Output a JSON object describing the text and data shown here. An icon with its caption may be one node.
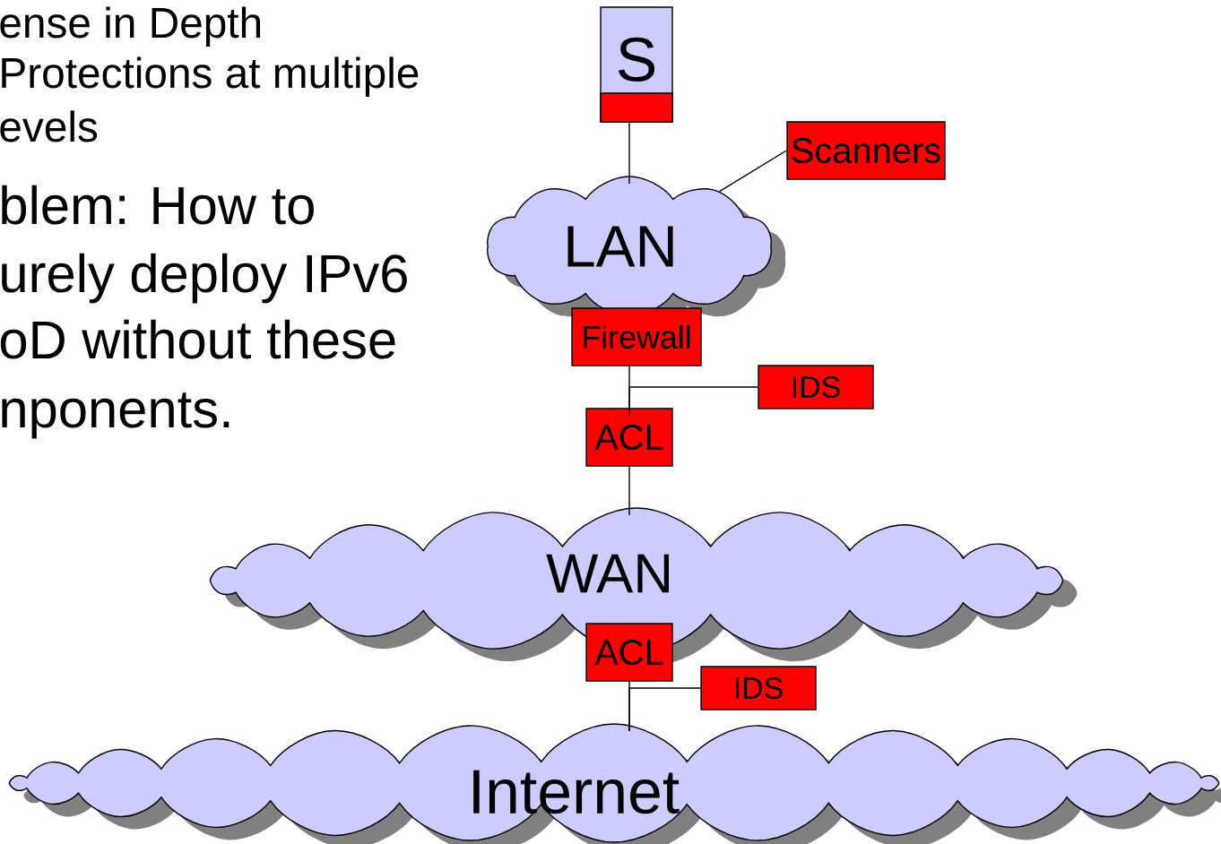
{
  "diagram": {
    "nodes": [
      {
        "text": [
          "S"
        ]
      },
      {
        "text": [
          "Scanners"
        ]
      },
      {
        "text": [
          "LAN"
        ]
      },
      {
        "text": [
          "Firewall"
        ]
      },
      {
        "text": [
          "IDS"
        ]
      },
      {
        "text": [
          "ACL"
        ]
      },
      {
        "text": [
          "WAN"
        ]
      },
      {
        "text": [
          "ACL"
        ]
      },
      {
        "text": [
          "IDS"
        ]
      },
      {
        "text": [
          "Internet"
        ]
      }
    ],
    "edges": [
      {
        "from": 0,
        "to": 2,
        "arrow": "none"
      },
      {
        "from": 1,
        "to": 2,
        "arrow": "none"
      },
      {
        "from": 3,
        "to": 5,
        "arrow": "none"
      },
      {
        "from": 4,
        "to": 5,
        "arrow": "none"
      },
      {
        "from": 5,
        "to": 6,
        "arrow": "none"
      },
      {
        "from": 7,
        "to": 9,
        "arrow": "none"
      },
      {
        "from": 8,
        "to": 9,
        "arrow": "none"
      }
    ],
    "labels": [
      "ense in Depth",
      "Protections at multiple",
      "evels",
      "blem: How to",
      "urely deploy IPv6",
      "oD without these",
      "nponents."
    ]
  }
}
